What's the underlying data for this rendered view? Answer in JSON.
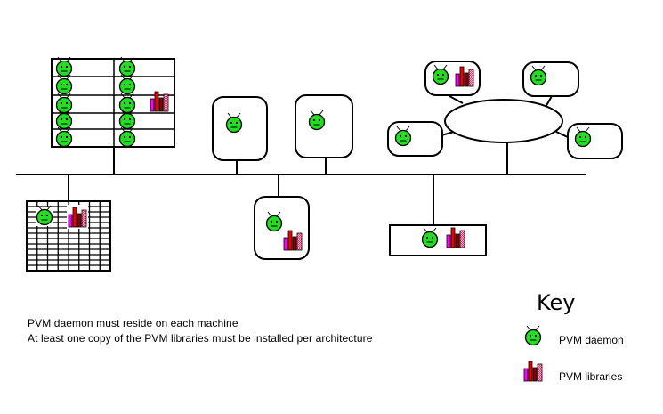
{
  "diagram": {
    "title": "PVM daemon and library placement across a heterogeneous network",
    "notes": [
      "PVM daemon must reside on each machine",
      "At least one copy of the PVM libraries must be installed per architecture"
    ],
    "key": {
      "title": "Key",
      "items": [
        {
          "icon": "pvm-daemon-icon",
          "label": "PVM daemon"
        },
        {
          "icon": "pvm-libraries-icon",
          "label": "PVM libraries"
        }
      ]
    },
    "colors": {
      "daemon_face": "#22dd22",
      "library_bars": [
        "#ff00ff",
        "#ee0000",
        "#880000",
        "#ff3377"
      ],
      "line": "#000000",
      "background": "#ffffff"
    },
    "nodes": [
      {
        "id": "cluster-rack",
        "type": "multiprocessor rack",
        "daemons": 10,
        "libraries": true
      },
      {
        "id": "mpp-grid",
        "type": "massively parallel grid",
        "daemons": 1,
        "libraries": true
      },
      {
        "id": "workstation-1",
        "type": "workstation",
        "daemons": 1,
        "libraries": false
      },
      {
        "id": "workstation-2",
        "type": "workstation",
        "daemons": 1,
        "libraries": false
      },
      {
        "id": "workstation-3",
        "type": "workstation",
        "daemons": 1,
        "libraries": true
      },
      {
        "id": "server-box",
        "type": "server",
        "daemons": 1,
        "libraries": true
      },
      {
        "id": "ring-network",
        "type": "ring subnet",
        "nodes": 4,
        "with_libraries": 1
      }
    ]
  }
}
